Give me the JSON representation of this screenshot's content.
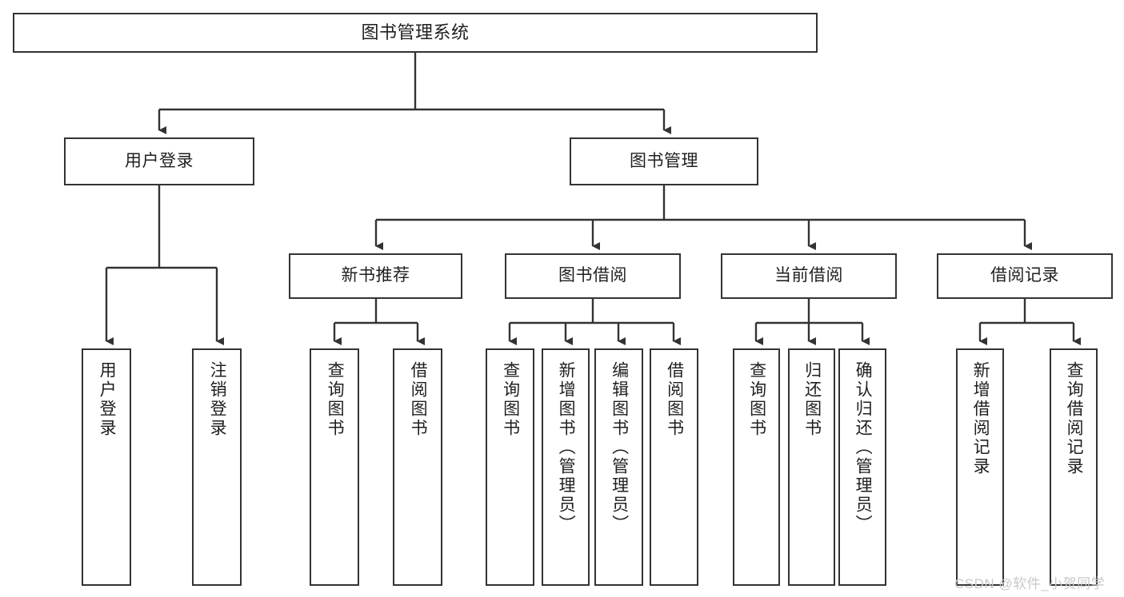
{
  "diagram": {
    "title": "图书管理系统",
    "type": "hierarchy-tree",
    "colors": {
      "box_border": "#333333",
      "box_fill": "#ffffff",
      "edge": "#333333",
      "text": "#1f1f1f",
      "watermark": "#c9c9c9",
      "background": "#ffffff"
    },
    "root": {
      "label": "图书管理系统"
    },
    "level2": [
      {
        "label": "用户登录"
      },
      {
        "label": "图书管理"
      }
    ],
    "level3": [
      {
        "label": "新书推荐"
      },
      {
        "label": "图书借阅"
      },
      {
        "label": "当前借阅"
      },
      {
        "label": "借阅记录"
      }
    ],
    "leaves": {
      "user_login": [
        {
          "label": "用户登录"
        },
        {
          "label": "注销登录"
        }
      ],
      "new_book_recommend": [
        {
          "label": "查询图书"
        },
        {
          "label": "借阅图书"
        }
      ],
      "book_borrow": [
        {
          "label": "查询图书"
        },
        {
          "label": "新增图书（管理员）"
        },
        {
          "label": "编辑图书（管理员）"
        },
        {
          "label": "借阅图书"
        }
      ],
      "current_borrow": [
        {
          "label": "查询图书"
        },
        {
          "label": "归还图书"
        },
        {
          "label": "确认归还（管理员）"
        }
      ],
      "borrow_record": [
        {
          "label": "新增借阅记录"
        },
        {
          "label": "查询借阅记录"
        }
      ]
    },
    "watermark": "CSDN @软件_小贺同学"
  }
}
